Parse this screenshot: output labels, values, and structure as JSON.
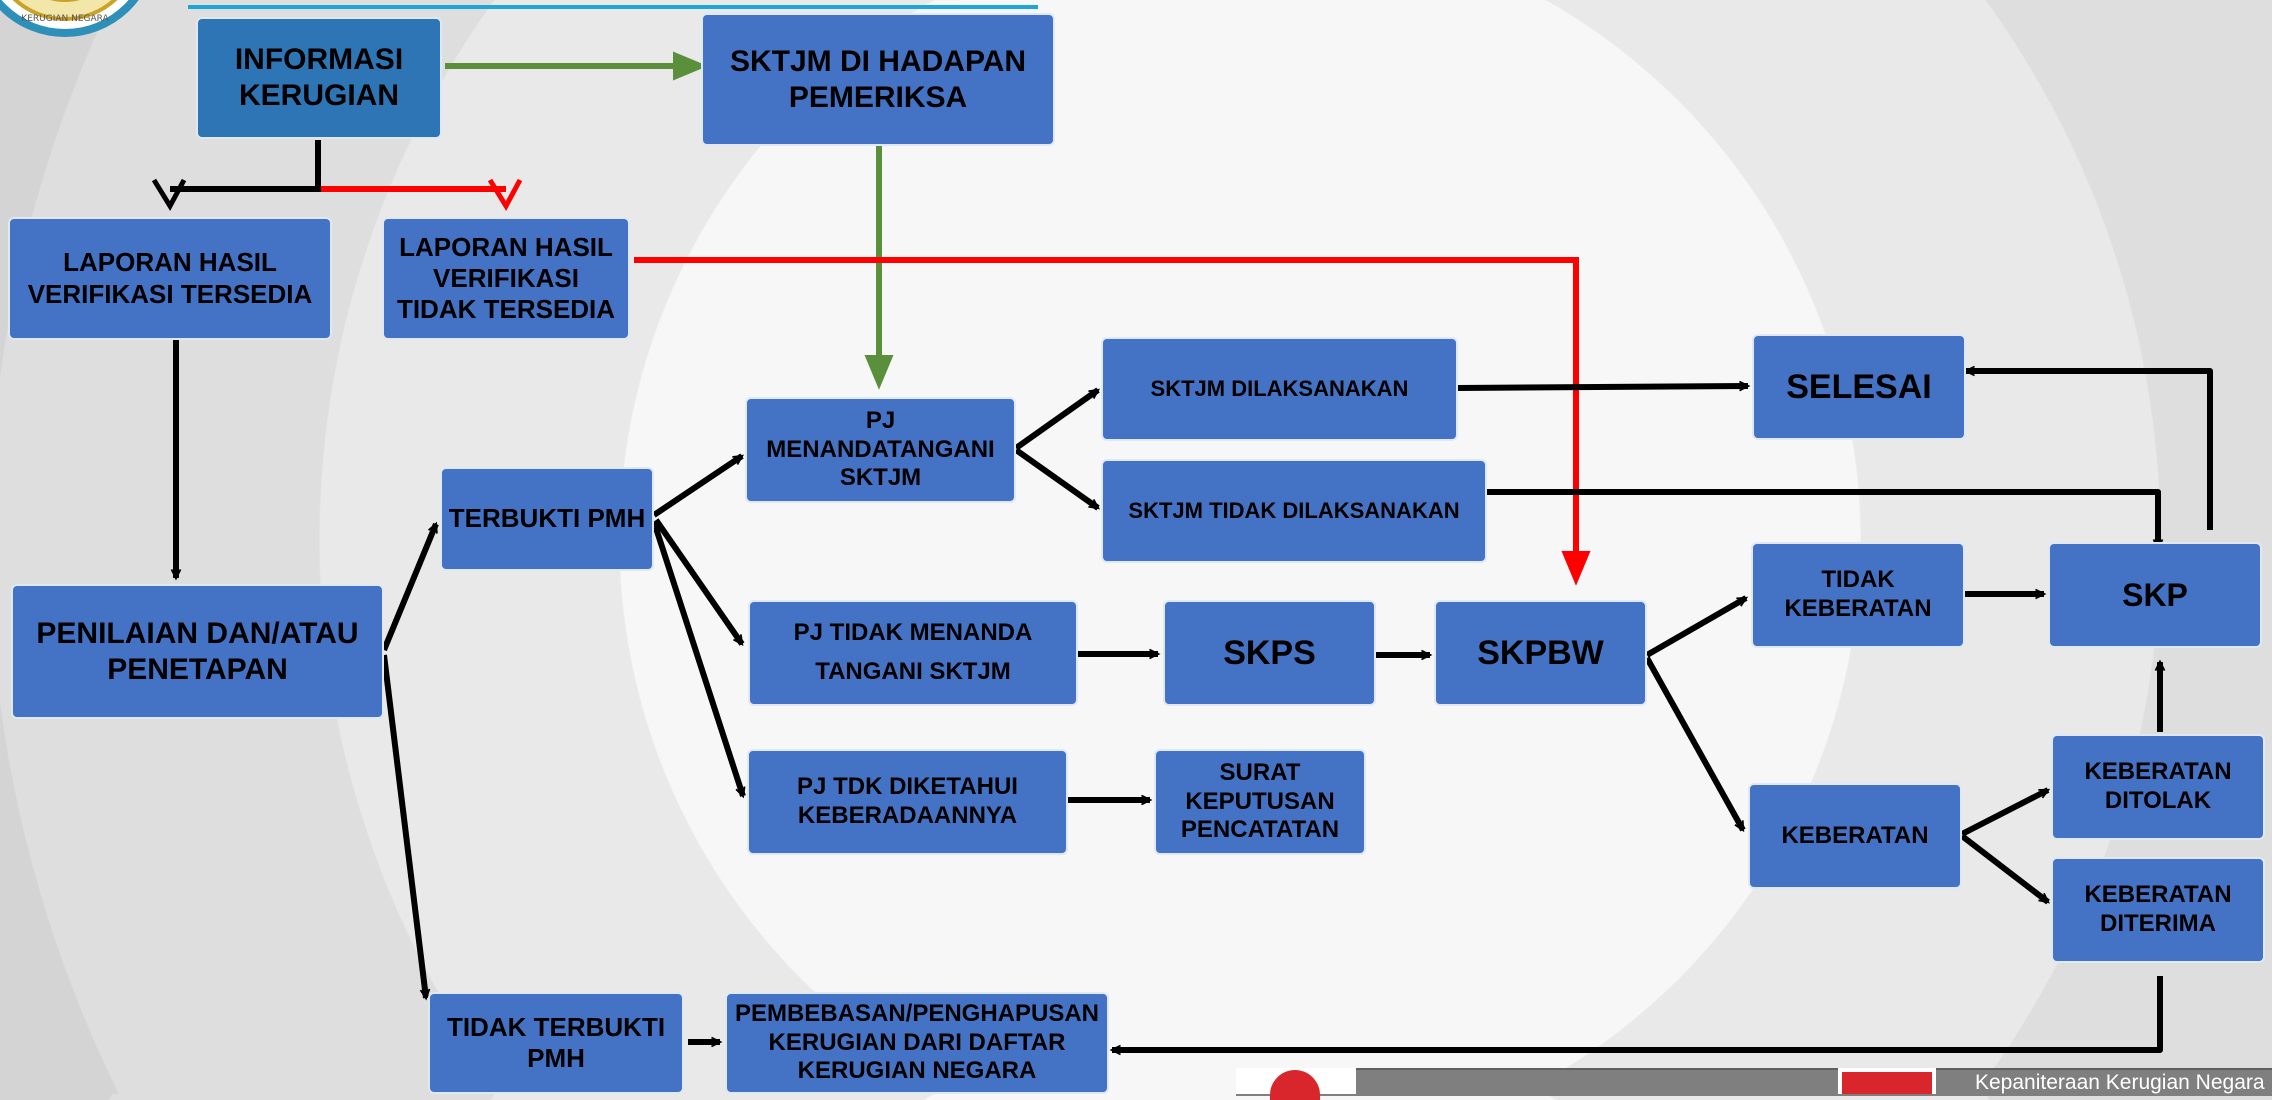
{
  "colors": {
    "box_fill": "#4472c4",
    "box_fill_dark": "#2e75b6",
    "arrow_black": "#000000",
    "arrow_red": "#ff0000",
    "arrow_green": "#5a8f3c",
    "title_line": "#1fa6d8"
  },
  "logo": {
    "icon": "seal-logo-icon",
    "text": "KERUGIAN NEGARA"
  },
  "nodes": {
    "informasi_kerugian": "INFORMASI\nKERUGIAN",
    "sktjm_di_hadapan": "SKTJM DI HADAPAN\nPEMERIKSA",
    "lhv_tersedia": "LAPORAN HASIL\nVERIFIKASI TERSEDIA",
    "lhv_tidak_tersedia": "LAPORAN HASIL\nVERIFIKASI\nTIDAK TERSEDIA",
    "penilaian": "PENILAIAN DAN/ATAU\nPENETAPAN",
    "terbukti_pmh": "TERBUKTI PMH",
    "tidak_terbukti_pmh": "TIDAK TERBUKTI\nPMH",
    "pj_menandatangani": "PJ\nMENANDATANGANI\nSKTJM",
    "pj_tidak_line1": "PJ TIDAK MENANDA",
    "pj_tidak_line2": "TANGANI SKTJM",
    "pj_tdk_diketahui": "PJ TDK DIKETAHUI\nKEBERADAANNYA",
    "sktjm_dilaksanakan": "SKTJM DILAKSANAKAN",
    "sktjm_tidak_dilaksanakan": "SKTJM TIDAK DILAKSANAKAN",
    "skps": "SKPS",
    "skpbw": "SKPBW",
    "surat_keputusan": "SURAT\nKEPUTUSAN\nPENCATATAN",
    "selesai": "SELESAI",
    "tidak_keberatan": "TIDAK\nKEBERATAN",
    "keberatan": "KEBERATAN",
    "skp": "SKP",
    "keberatan_ditolak": "KEBERATAN\nDITOLAK",
    "keberatan_diterima": "KEBERATAN\nDITERIMA",
    "pembebasan": "PEMBEBASAN/PENGHAPUSAN\nKERUGIAN DARI DAFTAR\nKERUGIAN NEGARA"
  },
  "footer": {
    "text": "Kepaniteraan Kerugian Negara",
    "icons": [
      "red-emblem-icon",
      "red-book-icon"
    ]
  }
}
